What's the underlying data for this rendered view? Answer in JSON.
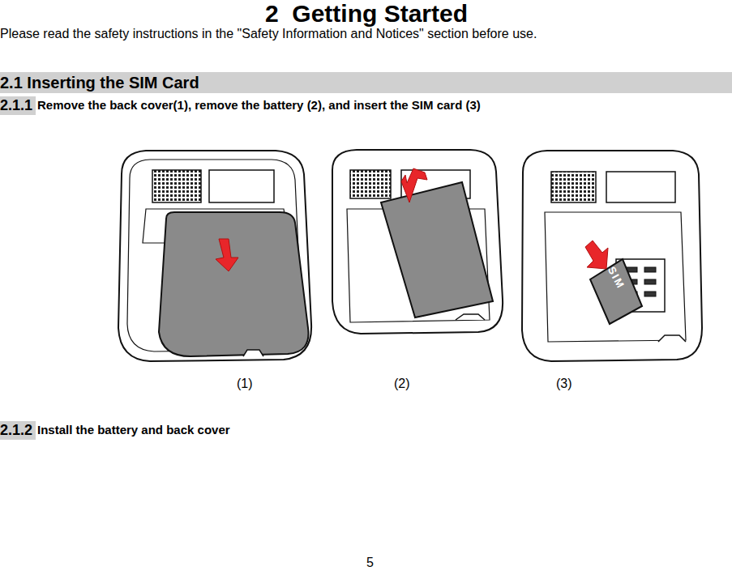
{
  "diagram": {
    "title": "2  Getting Started",
    "nodes": [
      {
        "text": [
          "2.1 Inserting the SIM Card"
        ]
      },
      {
        "text": [
          "2.1.1"
        ]
      },
      {
        "text": [
          "2.1.2"
        ]
      }
    ],
    "labels": [
      "Please read the safety instructions in the \"Safety Information and Notices\" section before use.",
      "Remove the back cover(1), remove the battery (2), and insert the SIM card (3)",
      "SIM",
      "(1)",
      "(2)",
      "(3)",
      "Install the battery and back cover",
      "5"
    ]
  }
}
